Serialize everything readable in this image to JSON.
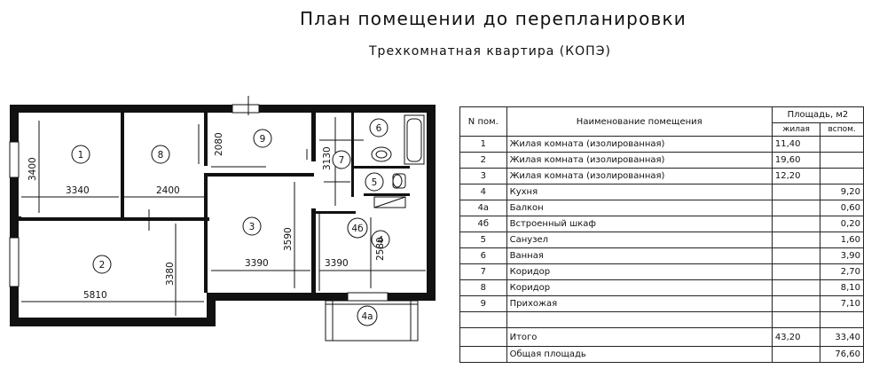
{
  "title": "План помещении до перепланировки",
  "subtitle": "Трехкомнатная квартира (КОПЭ)",
  "plan": {
    "rooms": [
      "1",
      "8",
      "9",
      "6",
      "7",
      "5",
      "3",
      "2",
      "4",
      "4б",
      "4а"
    ],
    "dims": [
      "3400",
      "3340",
      "2400",
      "2080",
      "3130",
      "3590",
      "3390",
      "3390",
      "2580",
      "3380",
      "5810"
    ]
  },
  "table": {
    "header": {
      "num": "N пом.",
      "name": "Наименование помещения",
      "area": "Площадь, м2",
      "living": "жилая",
      "aux": "вспом."
    },
    "rows": [
      {
        "num": "1",
        "name": "Жилая комната (изолированная)",
        "living": "11,40",
        "aux": ""
      },
      {
        "num": "2",
        "name": "Жилая комната (изолированная)",
        "living": "19,60",
        "aux": ""
      },
      {
        "num": "3",
        "name": "Жилая комната (изолированная)",
        "living": "12,20",
        "aux": ""
      },
      {
        "num": "4",
        "name": "Кухня",
        "living": "",
        "aux": "9,20"
      },
      {
        "num": "4а",
        "name": "Балкон",
        "living": "",
        "aux": "0,60"
      },
      {
        "num": "4б",
        "name": "Встроенный шкаф",
        "living": "",
        "aux": "0,20"
      },
      {
        "num": "5",
        "name": "Санузел",
        "living": "",
        "aux": "1,60"
      },
      {
        "num": "6",
        "name": "Ванная",
        "living": "",
        "aux": "3,90"
      },
      {
        "num": "7",
        "name": "Коридор",
        "living": "",
        "aux": "2,70"
      },
      {
        "num": "8",
        "name": "Коридор",
        "living": "",
        "aux": "8,10"
      },
      {
        "num": "9",
        "name": "Прихожая",
        "living": "",
        "aux": "7,10"
      }
    ],
    "total": {
      "label": "Итого",
      "living": "43,20",
      "aux": "33,40"
    },
    "overall": {
      "label": "Общая площадь",
      "aux": "76,60"
    }
  }
}
